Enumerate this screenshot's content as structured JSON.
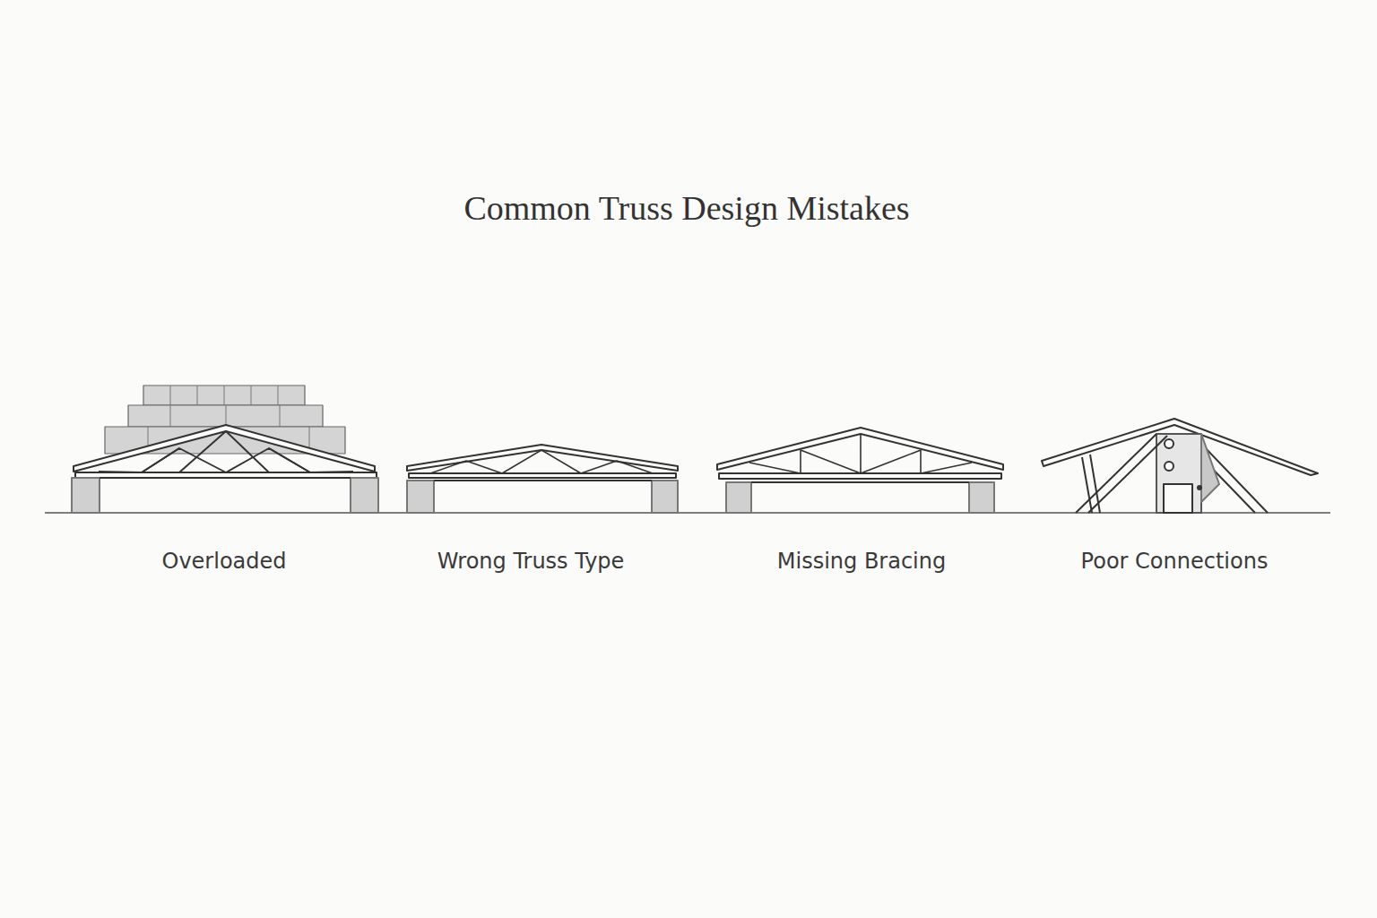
{
  "diagram": {
    "title": "Common Truss Design Mistakes",
    "labels": [
      "Overloaded",
      "Wrong Truss Type",
      "Missing Bracing",
      "Poor Connections"
    ]
  }
}
